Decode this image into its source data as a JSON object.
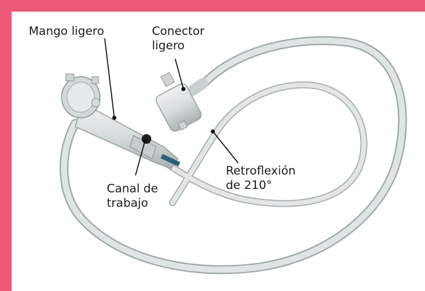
{
  "colors": {
    "border": "#ec5877",
    "background": "#ffffff",
    "device_body": "#dde2e2",
    "device_shadow": "#a9b1b1",
    "leader_line": "#111111"
  },
  "labels": {
    "handle": [
      "Mango ligero"
    ],
    "connector": [
      "Conector",
      "ligero"
    ],
    "channel": [
      "Canal de",
      "trabajo"
    ],
    "retroflexion": [
      "Retroflexión",
      "de 210°"
    ]
  }
}
